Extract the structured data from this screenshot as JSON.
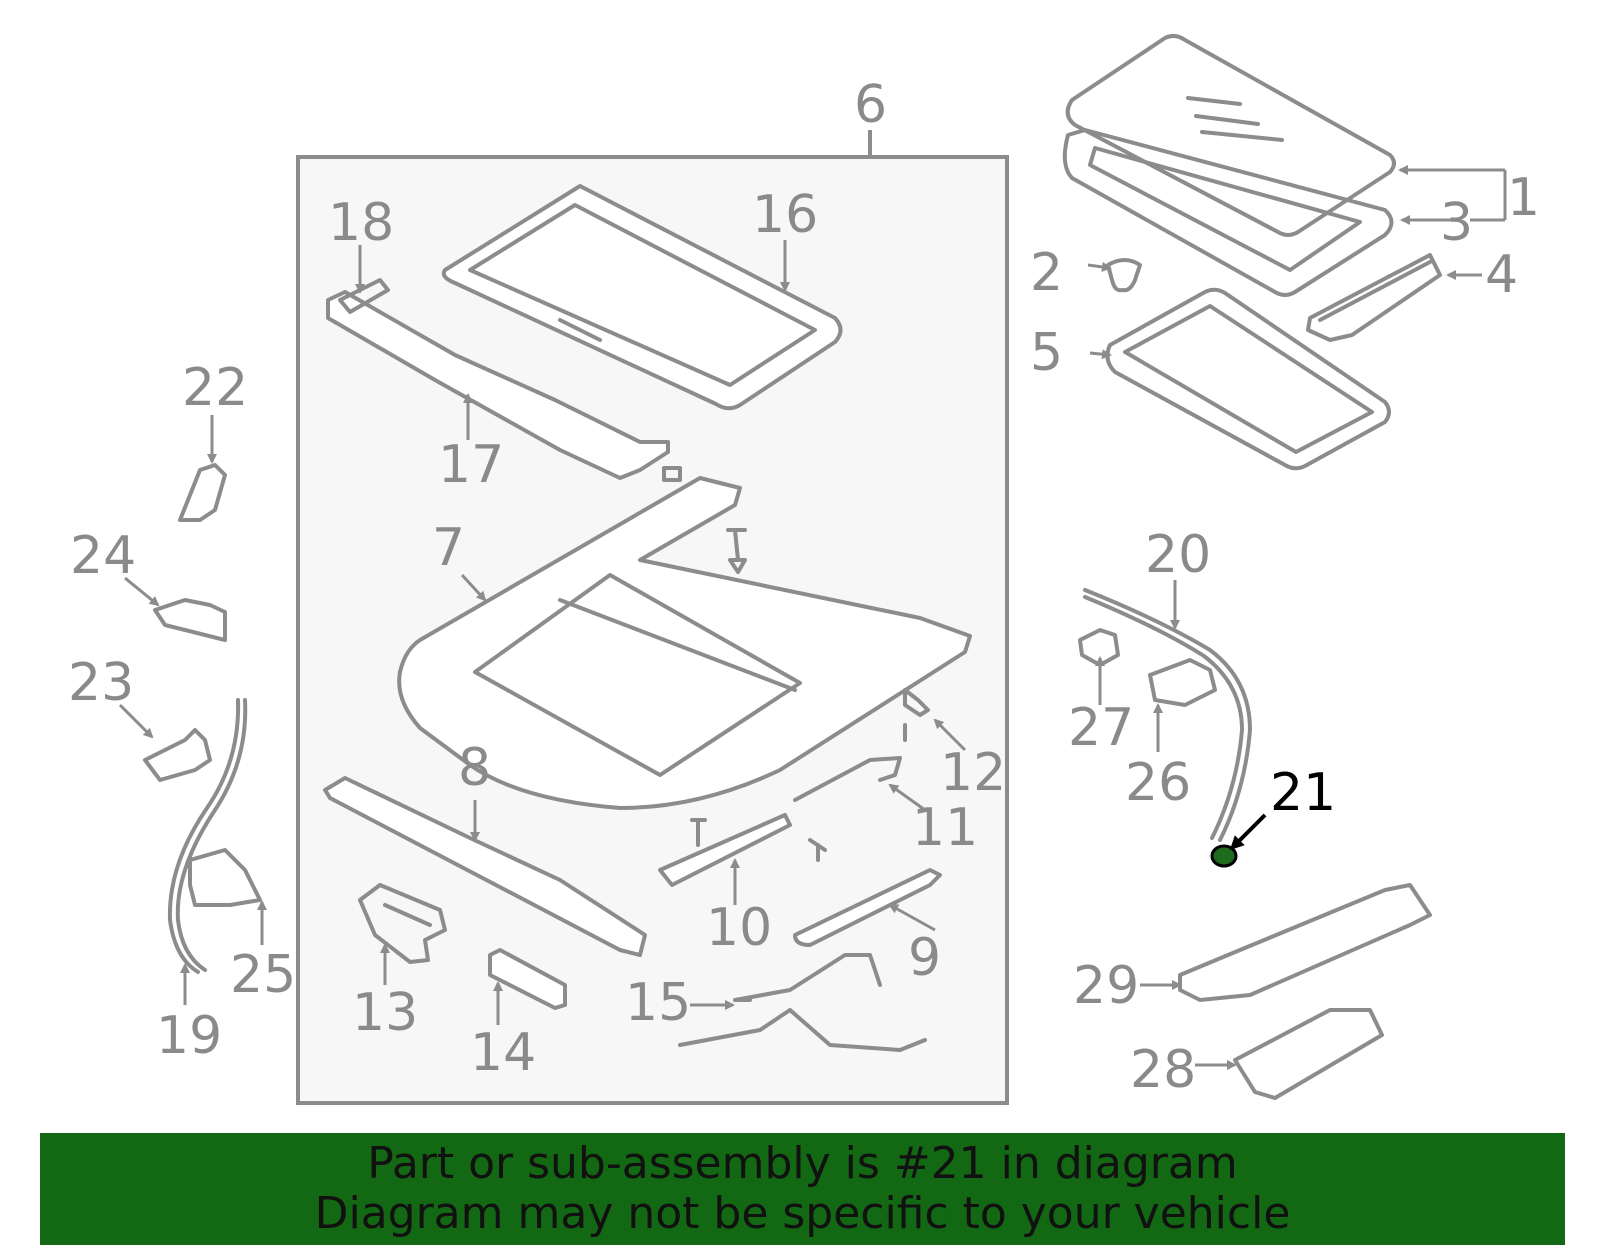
{
  "highlight": {
    "part_number": "21",
    "color": "#1e6b1e"
  },
  "colors": {
    "line": "#8c8c8c",
    "box_fill": "#f7f7f7",
    "banner": "#136813"
  },
  "callouts": [
    "1",
    "2",
    "3",
    "4",
    "5",
    "6",
    "7",
    "8",
    "9",
    "10",
    "11",
    "12",
    "13",
    "14",
    "15",
    "16",
    "17",
    "18",
    "19",
    "20",
    "21",
    "22",
    "23",
    "24",
    "25",
    "26",
    "27",
    "28",
    "29"
  ],
  "banner": {
    "line1": "Part or sub-assembly is #21 in diagram",
    "line2": "Diagram may not be specific to your vehicle"
  }
}
